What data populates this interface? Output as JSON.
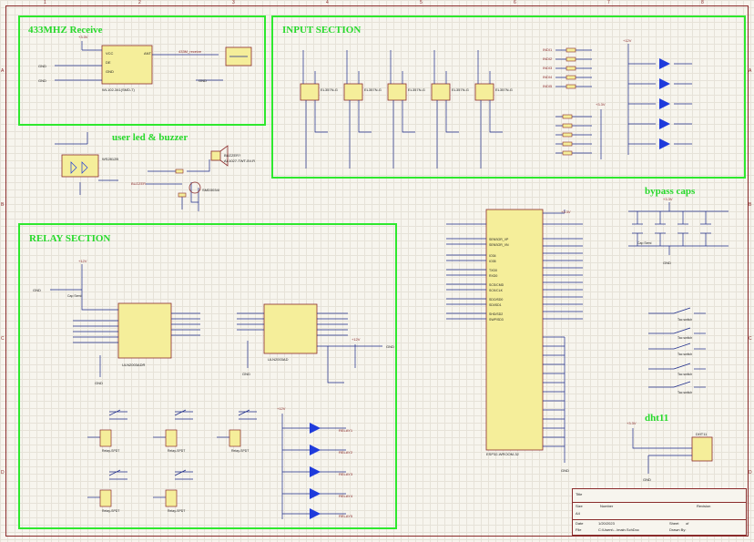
{
  "sections": {
    "receive": "433MHZ Receive",
    "input": "INPUT SECTION",
    "user_led": "user led & buzzer",
    "bypass": "bypass caps",
    "relay": "RELAY SECTION",
    "dht": "dht11"
  },
  "components": {
    "receiver_module": "WL102-341(SMD-7)",
    "buzzer": "BUZZER?",
    "buzzer_part": "AI-1027-TWT-5V-R",
    "led_ws": "WS2812B",
    "mosfet": "SMD3034I",
    "driver1": "ULN2003ADR",
    "driver2": "ULN2003AD",
    "mcu": "ESP32-WROOM-32",
    "relay_part": "Relay-SPDT",
    "opto": "EL357N-G",
    "tac_switch": "Tac switch",
    "cap_note": "Cap Semi",
    "dht_part": "DHT11",
    "mcu_pins": [
      "SENSOR_VP",
      "SENSOR_VN",
      "IO34",
      "IO35",
      "TXD0",
      "RXD0",
      "SCS/CMD",
      "SCK/CLK",
      "SDO/SD0",
      "SDI/SD1",
      "SHD/SD2",
      "SWP/SD3"
    ]
  },
  "nets": {
    "vcc": "+12V",
    "vdd": "+3.3V",
    "gnd": "GND",
    "relays": [
      "RELAY1",
      "RELAY2",
      "RELAY3",
      "RELAY4",
      "RELAY5"
    ],
    "inputs": [
      "INDI1",
      "INDI2",
      "INDI3",
      "INDI4",
      "INDI5"
    ],
    "buzzer_net": "BUZZER",
    "receive_net": "433M_receive"
  },
  "title_block": {
    "title_label": "Title",
    "size_label": "Size",
    "size_value": "A4",
    "number_label": "Number",
    "revision_label": "Revision",
    "date_label": "Date",
    "date_value": "1/20/2023",
    "sheet_label": "Sheet",
    "sheet_value": "of",
    "file_label": "File",
    "file_value": "C:\\Users\\...\\main.SchDoc",
    "drawn_label": "Drawn By:"
  },
  "zones": {
    "columns": [
      "1",
      "2",
      "3",
      "4",
      "5",
      "6",
      "7",
      "8"
    ],
    "rows": [
      "A",
      "B",
      "C",
      "D"
    ]
  },
  "colors": {
    "section_border": "#2ee82e",
    "wire": "#1c2a8a",
    "component": "#8a2b2b",
    "body_fill": "#f5ee9a",
    "led": "#1f3bdc"
  }
}
